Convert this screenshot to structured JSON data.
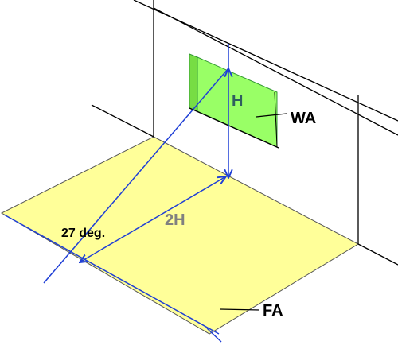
{
  "labels": {
    "height": "H",
    "double_height": "2H",
    "angle": "27 deg.",
    "window_area": "WA",
    "floor_area": "FA"
  },
  "colors": {
    "floor_fill": "#ffff99",
    "window_fill": "#99ff66",
    "window_edge": "#339933",
    "construction_line": "#1f3fd6",
    "wall_line": "#000000",
    "height_label": "#2f5f5f",
    "double_height_label": "#808080",
    "text": "#000000"
  }
}
